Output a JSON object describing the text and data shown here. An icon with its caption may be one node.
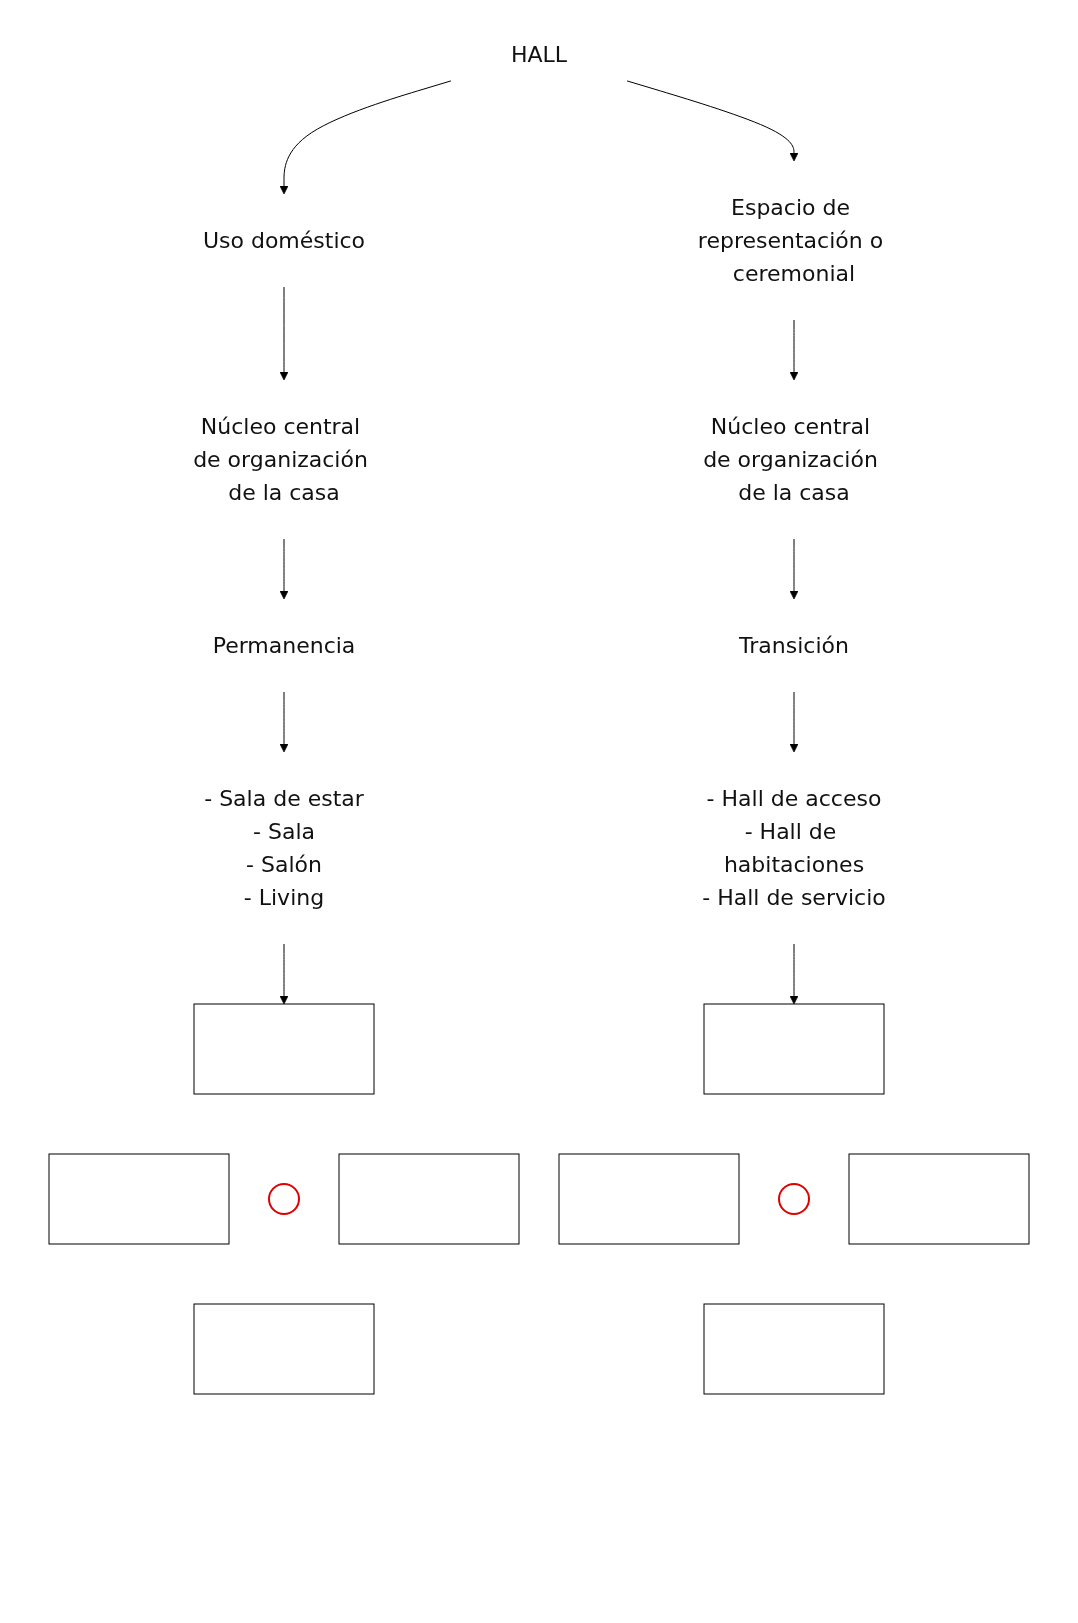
{
  "diagram": {
    "nodes": [
      {
        "text": [
          "HALL"
        ]
      },
      {
        "text": [
          "Uso doméstico"
        ]
      },
      {
        "text": [
          "Espacio de representación o ceremonial"
        ]
      },
      {
        "text": [
          "Núcleo central de organización de la casa"
        ]
      },
      {
        "text": [
          "Núcleo central de organización de la casa"
        ]
      },
      {
        "text": [
          "Permanencia"
        ]
      },
      {
        "text": [
          "Transición"
        ]
      },
      {
        "text": [
          "- Sala de estar",
          "- Sala",
          "- Salón",
          "- Living"
        ]
      },
      {
        "text": [
          "- Hall de acceso",
          "- Hall de habitaciones",
          "- Hall de servicio"
        ]
      },
      {
        "text": [],
        "shape": "box"
      },
      {
        "text": [],
        "shape": "box"
      },
      {
        "text": [],
        "shape": "circle"
      },
      {
        "text": [],
        "shape": "box"
      },
      {
        "text": [],
        "shape": "box"
      },
      {
        "text": [],
        "shape": "box"
      },
      {
        "text": [],
        "shape": "box"
      },
      {
        "text": [],
        "shape": "circle"
      },
      {
        "text": [],
        "shape": "box"
      },
      {
        "text": [],
        "shape": "box"
      }
    ],
    "edges": [
      {
        "from": 0,
        "to": 1,
        "arrow": "to"
      },
      {
        "from": 0,
        "to": 2,
        "arrow": "to"
      },
      {
        "from": 1,
        "to": 3,
        "arrow": "to"
      },
      {
        "from": 3,
        "to": 5,
        "arrow": "to"
      },
      {
        "from": 5,
        "to": 7,
        "arrow": "to"
      },
      {
        "from": 7,
        "to": 9,
        "arrow": "to"
      },
      {
        "from": 2,
        "to": 4,
        "arrow": "to"
      },
      {
        "from": 4,
        "to": 6,
        "arrow": "to"
      },
      {
        "from": 6,
        "to": 8,
        "arrow": "to"
      },
      {
        "from": 8,
        "to": 14,
        "arrow": "to"
      }
    ]
  }
}
